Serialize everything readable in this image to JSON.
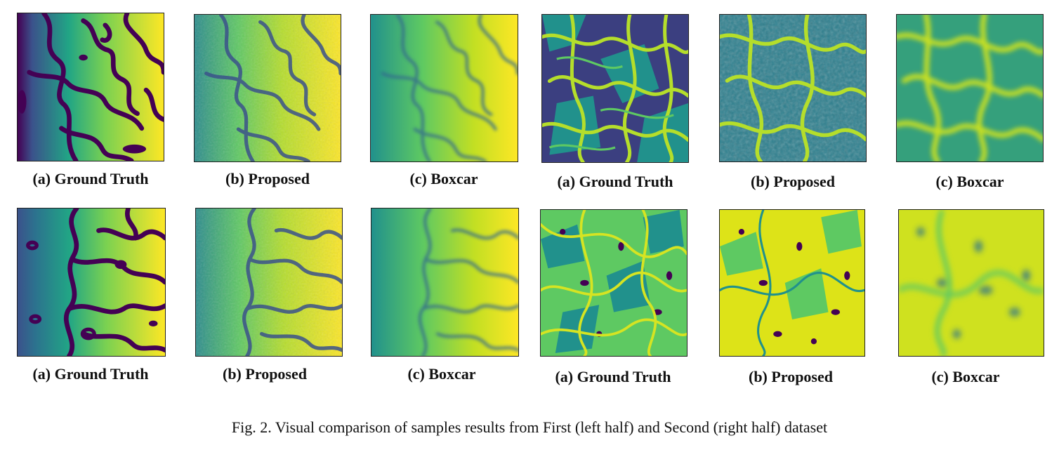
{
  "figure": {
    "caption": "Fig. 2.  Visual comparison of samples results from First (left half) and Second (right half) dataset",
    "colormap": [
      "#440154",
      "#3b528b",
      "#21918c",
      "#5ec962",
      "#fde725"
    ],
    "rows": [
      {
        "panels": [
          {
            "label": "(a) Ground Truth",
            "dataset": "first",
            "method": "ground-truth"
          },
          {
            "label": "(b) Proposed",
            "dataset": "first",
            "method": "proposed"
          },
          {
            "label": "(c) Boxcar",
            "dataset": "first",
            "method": "boxcar"
          },
          {
            "label": "(a) Ground Truth",
            "dataset": "second",
            "method": "ground-truth"
          },
          {
            "label": "(b) Proposed",
            "dataset": "second",
            "method": "proposed"
          },
          {
            "label": "(c) Boxcar",
            "dataset": "second",
            "method": "boxcar"
          }
        ]
      },
      {
        "panels": [
          {
            "label": "(a) Ground Truth",
            "dataset": "first",
            "method": "ground-truth"
          },
          {
            "label": "(b) Proposed",
            "dataset": "first",
            "method": "proposed"
          },
          {
            "label": "(c) Boxcar",
            "dataset": "first",
            "method": "boxcar"
          },
          {
            "label": "(a) Ground Truth",
            "dataset": "second",
            "method": "ground-truth"
          },
          {
            "label": "(b) Proposed",
            "dataset": "second",
            "method": "proposed"
          },
          {
            "label": "(c) Boxcar",
            "dataset": "second",
            "method": "boxcar"
          }
        ]
      }
    ]
  }
}
